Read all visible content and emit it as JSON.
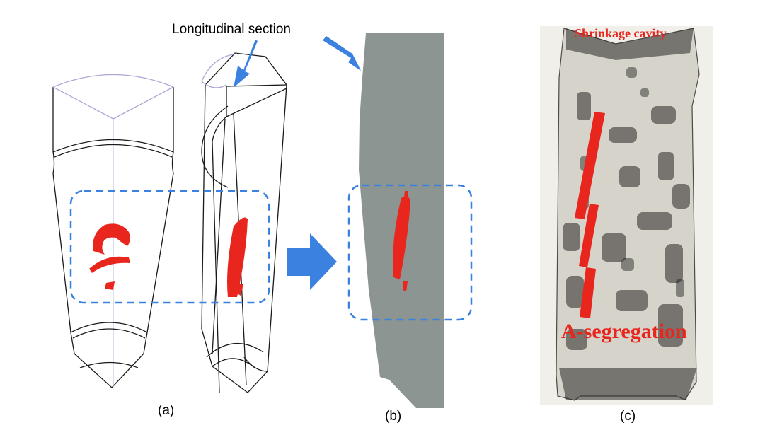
{
  "labels": {
    "longitudinal_section": "Longitudinal section",
    "panel_a": "(a)",
    "panel_b": "(b)",
    "panel_c": "(c)",
    "shrinkage_cavity": "Shrinkage cavity",
    "a_segregation": "A-segregation"
  },
  "colors": {
    "segregation_red": "#e8261e",
    "arrow_blue": "#3b82e0",
    "section_gray": "#8c9591",
    "outline": "#1a1a1a"
  }
}
